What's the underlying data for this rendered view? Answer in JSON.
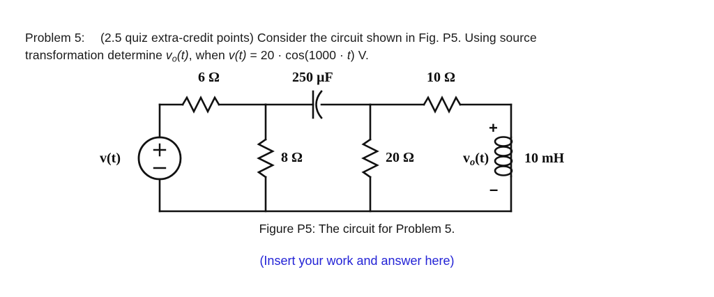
{
  "problem": {
    "label": "Problem 5:",
    "line1_a": "(2.5 quiz extra-credit points) Consider the circuit shown in Fig. P5. Using source",
    "line2_a": "transformation determine ",
    "line2_vo": "v",
    "line2_vo_sub": "o",
    "line2_vo_tail": "(t)",
    "line2_b": ", when ",
    "line2_v": "v",
    "line2_v_tail": "(t)",
    "line2_c": " = 20 · cos(1000 · ",
    "line2_t": "t",
    "line2_d": ") V."
  },
  "circuit": {
    "source_label": "v(t)",
    "source_plus": "+",
    "source_minus": "–",
    "r1_label": "6 Ω",
    "cap_label": "250 µF",
    "r3_label": "10 Ω",
    "r2_label": "8 Ω",
    "r4_label": "20 Ω",
    "inductor_label": "10 mH",
    "vo_label": "v",
    "vo_sub": "o",
    "vo_tail": "(t)",
    "vo_plus": "+",
    "vo_minus": "–",
    "wire_color": "#111111",
    "blue": "#2323d6"
  },
  "captions": {
    "figure": "Figure P5: The circuit for Problem 5.",
    "insert_note": "(Insert your work and answer here)"
  }
}
